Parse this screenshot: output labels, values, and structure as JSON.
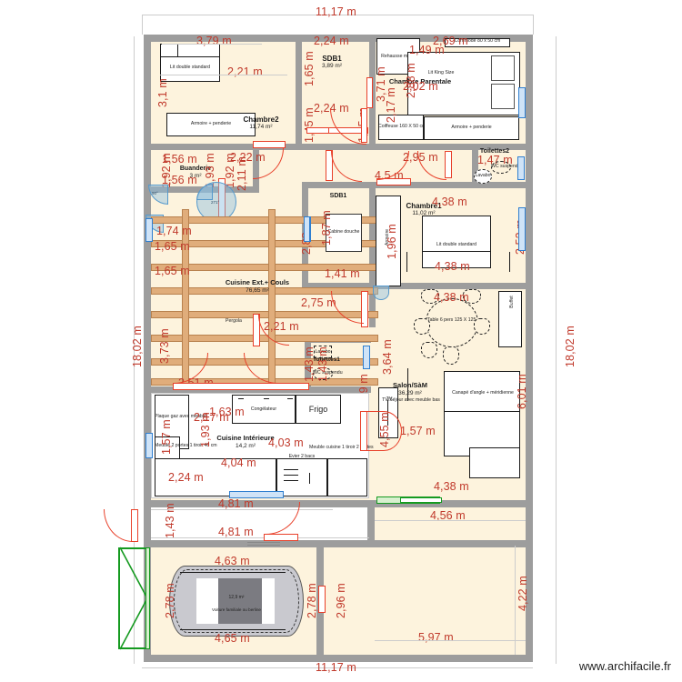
{
  "site": {
    "footer": "www.archifacile.fr"
  },
  "overall": {
    "top_width": "11,17 m",
    "bottom_width": "11,17 m",
    "left_height": "18,02 m",
    "right_height": "18,02 m"
  },
  "rooms": [
    {
      "id": "chambre2",
      "name": "Chambre2",
      "area": "11,74 m²"
    },
    {
      "id": "sdb1",
      "name": "SDB1",
      "area": "3,89 m²"
    },
    {
      "id": "chambre_p",
      "name": "Chambre Parentale",
      "area": ""
    },
    {
      "id": "buanderie",
      "name": "Buanderie",
      "area": "3 m²"
    },
    {
      "id": "cuisine_ext",
      "name": "Cuisine Ext.+ Couls",
      "area": "76,65 m²"
    },
    {
      "id": "sdb1b",
      "name": "SDB1",
      "area": ""
    },
    {
      "id": "chambre1",
      "name": "Chambre1",
      "area": "11,02 m²"
    },
    {
      "id": "toilettes2",
      "name": "Toilettes2",
      "area": ""
    },
    {
      "id": "toilettes1",
      "name": "Toilettes1",
      "area": ""
    },
    {
      "id": "salon",
      "name": "Salon/SàM",
      "area": "36,29 m²"
    },
    {
      "id": "cuisine_int",
      "name": "Cuisine Intérieure",
      "area": "14,2 m²"
    },
    {
      "id": "garage",
      "name": "",
      "area": "12,9 m²"
    }
  ],
  "furniture": {
    "lit_double_1": "Lit double standard",
    "armoire_penderie_1": "Armoire + penderie",
    "lit_king": "Lit King Size",
    "armoire_penderie_2": "Armoire + penderie",
    "coiffeuse": "Coiffeuse 160 X 50 cm",
    "rehausse": "Rehausse mural",
    "commode": "Commode 80 x 50 cm",
    "pergola": "Pergola",
    "cabine_douche": "Cabine douche",
    "lit_double_2": "Lit double standard",
    "table": "Table 6 pers 125 X 125 cm",
    "canape": "Canapé d'angle + méridienne",
    "buffet": "Buffet",
    "tv": "TV/Séjour avec meuble bas",
    "congelateur": "Congélateur",
    "frigo": "Frigo",
    "meuble_cuisine": "Meuble cuisine 1 tiroir 2 portes",
    "plaque": "Plaque gaz avec meuble",
    "meuble_evier": "Meuble 2 portes 1 tiroir 40 cm",
    "evier": "Evier 2 bacs",
    "wc_suspendu": "WC suspendu",
    "lavabo": "Lavabo",
    "wc_suspendu_2": "WC suspendu",
    "lavabo_2": "Lavabo",
    "voiture": "Voiture familiale ou berline"
  },
  "dimensions": {
    "d_379": "3,79 m",
    "d_221": "2,21 m",
    "d_31": "3,1 m",
    "d_224a": "2,24 m",
    "d_165": "1,65 m",
    "d_224b": "2,24 m",
    "d_145a": "1,45 m",
    "d_145b": "1,45 m",
    "d_269": "2,69 m",
    "d_149": "1,49 m",
    "d_288b": "2,88 m",
    "d_202": "2,02 m",
    "d_217": "2,17 m",
    "d_371": "3,71 m",
    "d_156a": "1,56 m",
    "d_156b": "1,56 m",
    "d_192a": "1,92 m",
    "d_193": "1,93 m",
    "d_192b": "1,92 m",
    "d_211": "2,11 m",
    "d_222": "2,22 m",
    "d_295": "2,95 m",
    "d_45": "4,5 m",
    "d_147": "1,47 m",
    "d_174": "1,74 m",
    "d_165b": "1,65 m",
    "d_165c": "1,65 m",
    "d_288": "2,88 m",
    "d_187": "1,87 m",
    "d_141": "1,41 m",
    "d_196": "1,96 m",
    "d_438a": "4,38 m",
    "d_438b": "4,38 m",
    "d_252": "2,52 m",
    "d_275": "2,75 m",
    "d_221b": "2,21 m",
    "d_438c": "4,38 m",
    "d_373": "3,73 m",
    "d_364": "3,64 m",
    "d_619": "6,19 m",
    "d_601": "6,01 m",
    "d_251": "2,51 m",
    "d_143a": "1,43 m",
    "d_143b": "1,43 m",
    "d_163": "1,63 m",
    "d_217b": "2,17 m",
    "d_403": "4,03 m",
    "d_404": "4,04 m",
    "d_224c": "2,24 m",
    "d_157a": "1,57 m",
    "d_193b": "1,93 m",
    "d_455": "4,55 m",
    "d_157b": "1,57 m",
    "d_438d": "4,38 m",
    "d_481a": "4,81 m",
    "d_481b": "4,81 m",
    "d_463": "4,63 m",
    "d_465": "4,65 m",
    "d_278a": "2,78 m",
    "d_278b": "2,78 m",
    "d_296": "2,96 m",
    "d_143c": "1,43 m",
    "d_456": "4,56 m",
    "d_597": "5,97 m",
    "d_422": "4,22 m"
  },
  "colors": {
    "dimension": "#c0392b",
    "wall": "#9d9d9d",
    "floor": "#fdf3dd",
    "door": "#e8402a",
    "window": "#2f7fd0",
    "green_window": "#159a20",
    "pergola": "#e0ad7b"
  }
}
